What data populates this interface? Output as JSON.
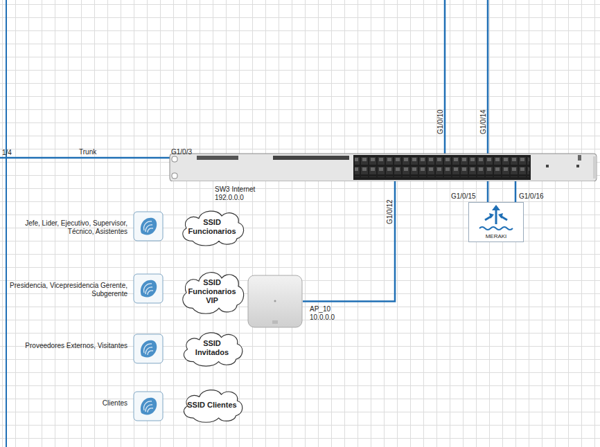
{
  "diagram": {
    "nodes": [
      {
        "text": [
          "SW3 Internet 192.0.0.0"
        ]
      },
      {
        "text": [
          "MERAKI"
        ]
      },
      {
        "text": [
          "AP_10 10.0.0.0"
        ]
      },
      {
        "text": [
          "Jefe, Lider, Ejecutivo, Supervisor, Técnico, Asistentes"
        ]
      },
      {
        "text": [
          "SSID Funcionarios"
        ]
      },
      {
        "text": [
          "Presidencia, Vicepresidencia Gerente, Subgerente"
        ]
      },
      {
        "text": [
          "SSID Funcionarios VIP"
        ]
      },
      {
        "text": [
          "Proveedores Externos, Visitantes"
        ]
      },
      {
        "text": [
          "SSID Invitados"
        ]
      },
      {
        "text": [
          "Clientes"
        ]
      },
      {
        "text": [
          "SSID Clientes"
        ]
      }
    ],
    "edges": [
      {
        "from": 2,
        "to": 0,
        "arrow": "none",
        "label": "G1/0/12"
      },
      {
        "from": 1,
        "to": 0,
        "arrow": "none",
        "label": "G1/0/15"
      },
      {
        "from": 1,
        "to": 0,
        "arrow": "none",
        "label": "G1/0/16"
      }
    ],
    "labels": [
      "1/4",
      "Trunk",
      "G1/0/3",
      "G1/0/10",
      "G1/0/14"
    ]
  }
}
